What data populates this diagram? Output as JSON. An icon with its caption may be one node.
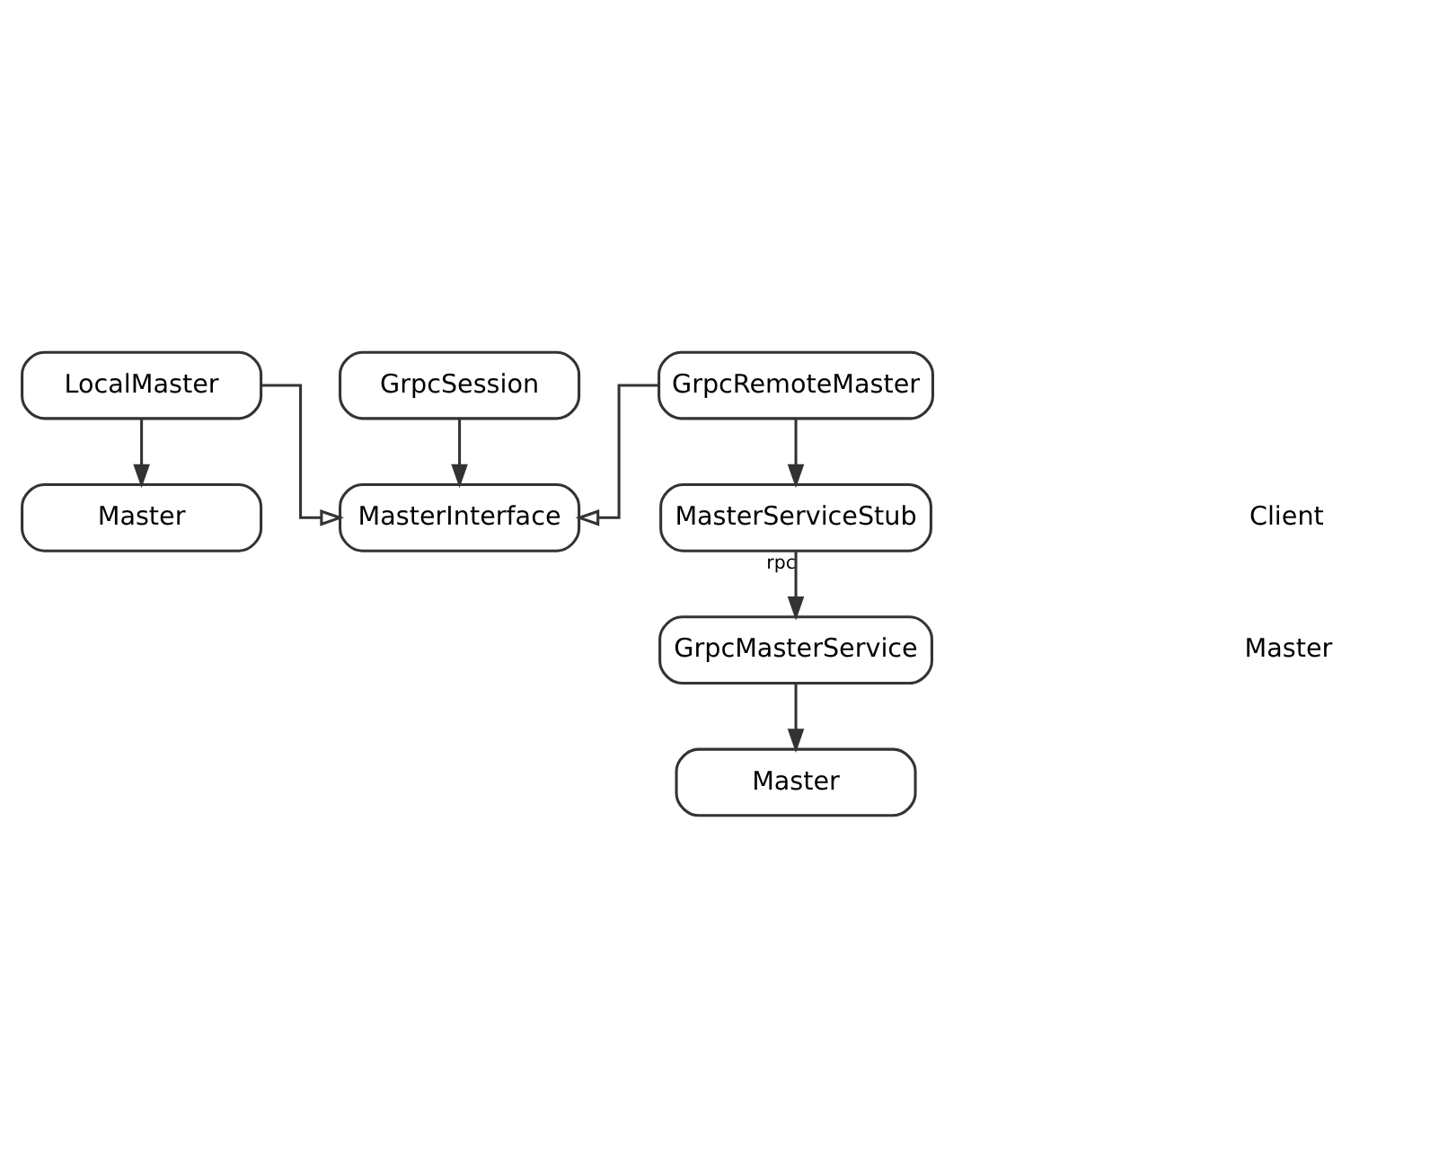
{
  "diagram": {
    "nodes": [
      {
        "text": [
          "GrpcSession"
        ]
      },
      {
        "text": [
          "MasterInterface"
        ]
      },
      {
        "text": [
          "LocalMaster"
        ]
      },
      {
        "text": [
          "GrpcRemoteMaster"
        ]
      },
      {
        "text": [
          "Master"
        ]
      },
      {
        "text": [
          "MasterServiceStub"
        ]
      },
      {
        "text": [
          "GrpcMasterService"
        ]
      },
      {
        "text": [
          "Master"
        ]
      }
    ],
    "edges": [
      {
        "from": 0,
        "to": 1,
        "arrow": "to"
      },
      {
        "from": 2,
        "to": 1,
        "arrow": "to"
      },
      {
        "from": 3,
        "to": 1,
        "arrow": "to"
      },
      {
        "from": 2,
        "to": 4,
        "arrow": "to"
      },
      {
        "from": 3,
        "to": 5,
        "arrow": "to"
      },
      {
        "from": 5,
        "to": 6,
        "arrow": "to",
        "label": "rpc"
      },
      {
        "from": 6,
        "to": 7,
        "arrow": "to"
      }
    ],
    "labels": [
      "Client",
      "Master"
    ]
  }
}
